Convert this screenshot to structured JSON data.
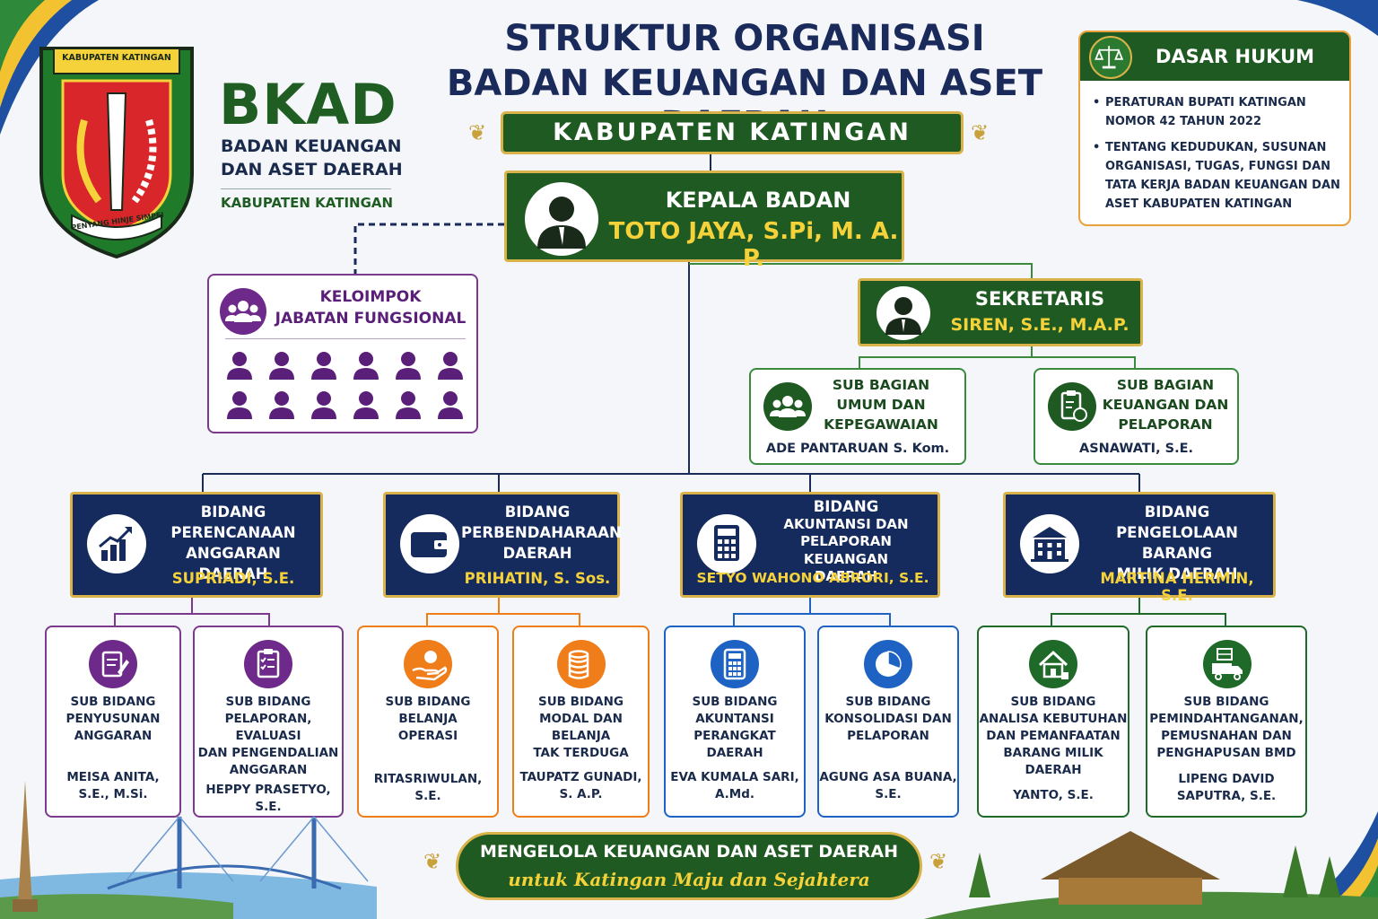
{
  "crest": {
    "banner_text": "KABUPATEN KATINGAN",
    "motto_text": "PENYANG HINJE SIMPEI"
  },
  "brand": {
    "acronym": "BKAD",
    "line1": "BADAN KEUANGAN",
    "line2": "DAN ASET DAERAH",
    "region": "KABUPATEN KATINGAN"
  },
  "title": {
    "line1": "STRUKTUR ORGANISASI",
    "line2": "BADAN KEUANGAN DAN ASET DAERAH",
    "region_banner": "KABUPATEN KATINGAN"
  },
  "legal": {
    "heading": "DASAR HUKUM",
    "items": [
      "PERATURAN BUPATI KATINGAN NOMOR 42 TAHUN 2022",
      "TENTANG KEDUDUKAN, SUSUNAN ORGANISASI, TUGAS, FUNGSI DAN TATA KERJA BADAN KEUANGAN DAN ASET KABUPATEN KATINGAN"
    ]
  },
  "head": {
    "role": "KEPALA BADAN",
    "name": "TOTO JAYA, S.Pi, M. A. P."
  },
  "functional_group": {
    "line1": "KELOIMPOK",
    "line2": "JABATAN FUNGSIONAL"
  },
  "secretary": {
    "role": "SEKRETARIS",
    "name": "SIREN, S.E., M.A.P."
  },
  "sub_sections": [
    {
      "lines": [
        "SUB BAGIAN",
        "UMUM DAN",
        "KEPEGAWAIAN"
      ],
      "name": "ADE PANTARUAN S. Kom."
    },
    {
      "lines": [
        "SUB BAGIAN",
        "KEUANGAN DAN",
        "PELAPORAN"
      ],
      "name": "ASNAWATI, S.E."
    }
  ],
  "divisions": [
    {
      "lines": [
        "BIDANG",
        "PERENCANAAN",
        "ANGGARAN DAERAH"
      ],
      "head": "SUPRIADI, S.E.",
      "icon": "chart-icon"
    },
    {
      "lines": [
        "BIDANG",
        "PERBENDAHARAAN",
        "DAERAH"
      ],
      "head": "PRIHATIN, S. Sos.",
      "icon": "wallet-icon"
    },
    {
      "lines": [
        "BIDANG",
        "AKUNTANSI DAN",
        "PELAPORAN KEUANGAN",
        "DAERAH"
      ],
      "head": "SETYO WAHONO ABRORI, S.E.",
      "icon": "calculator-icon"
    },
    {
      "lines": [
        "BIDANG",
        "PENGELOLAAN BARANG",
        "MILIK DAERAH"
      ],
      "head": "MARTINA HERMIN, S.E.",
      "icon": "building-icon"
    }
  ],
  "sub_divisions": [
    {
      "lines": [
        "SUB BIDANG",
        "PENYUSUNAN",
        "ANGGARAN"
      ],
      "names": [
        "MEISA ANITA,",
        "S.E., M.Si."
      ],
      "color": "#6e2a8a",
      "icon": "document-edit-icon"
    },
    {
      "lines": [
        "SUB BIDANG",
        "PELAPORAN, EVALUASI",
        "DAN PENGENDALIAN",
        "ANGGARAN"
      ],
      "names": [
        "HEPPY PRASETYO, S.E."
      ],
      "color": "#6e2a8a",
      "icon": "checklist-icon"
    },
    {
      "lines": [
        "SUB BIDANG",
        "BELANJA",
        "OPERASI"
      ],
      "names": [
        "RITASRIWULAN, S.E."
      ],
      "color": "#ef7d1a",
      "icon": "hand-coin-icon"
    },
    {
      "lines": [
        "SUB BIDANG",
        "MODAL DAN",
        "BELANJA",
        "TAK TERDUGA"
      ],
      "names": [
        "TAUPATZ GUNADI,",
        "S. A.P."
      ],
      "color": "#ef7d1a",
      "icon": "coin-stack-icon"
    },
    {
      "lines": [
        "SUB BIDANG",
        "AKUNTANSI",
        "PERANGKAT",
        "DAERAH"
      ],
      "names": [
        "EVA KUMALA SARI,",
        "A.Md."
      ],
      "color": "#1e63c4",
      "icon": "calculator-icon"
    },
    {
      "lines": [
        "SUB BIDANG",
        "KONSOLIDASI DAN",
        "PELAPORAN"
      ],
      "names": [
        "AGUNG ASA BUANA,",
        "S.E."
      ],
      "color": "#1e63c4",
      "icon": "pie-chart-icon"
    },
    {
      "lines": [
        "SUB BIDANG",
        "ANALISA KEBUTUHAN",
        "DAN PEMANFAATAN",
        "BARANG MILIK",
        "DAERAH"
      ],
      "names": [
        "YANTO, S.E."
      ],
      "color": "#1f6a28",
      "icon": "house-icon"
    },
    {
      "lines": [
        "SUB BIDANG",
        "PEMINDAHTANGANAN,",
        "PEMUSNAHAN DAN",
        "PENGHAPUSAN BMD"
      ],
      "names": [
        "LIPENG DAVID",
        "SAPUTRA, S.E."
      ],
      "color": "#1f6a28",
      "icon": "truck-icon"
    }
  ],
  "motto": {
    "line1": "MENGELOLA KEUANGAN DAN ASET DAERAH",
    "line2": "untuk Katingan Maju dan Sejahtera"
  },
  "colors": {
    "green": "#1f5a22",
    "navy": "#152b5e",
    "gold": "#d9b24a",
    "yellow_text": "#f6d23a",
    "purple": "#6e2a8a",
    "orange": "#ef7d1a",
    "blue": "#1e63c4"
  }
}
